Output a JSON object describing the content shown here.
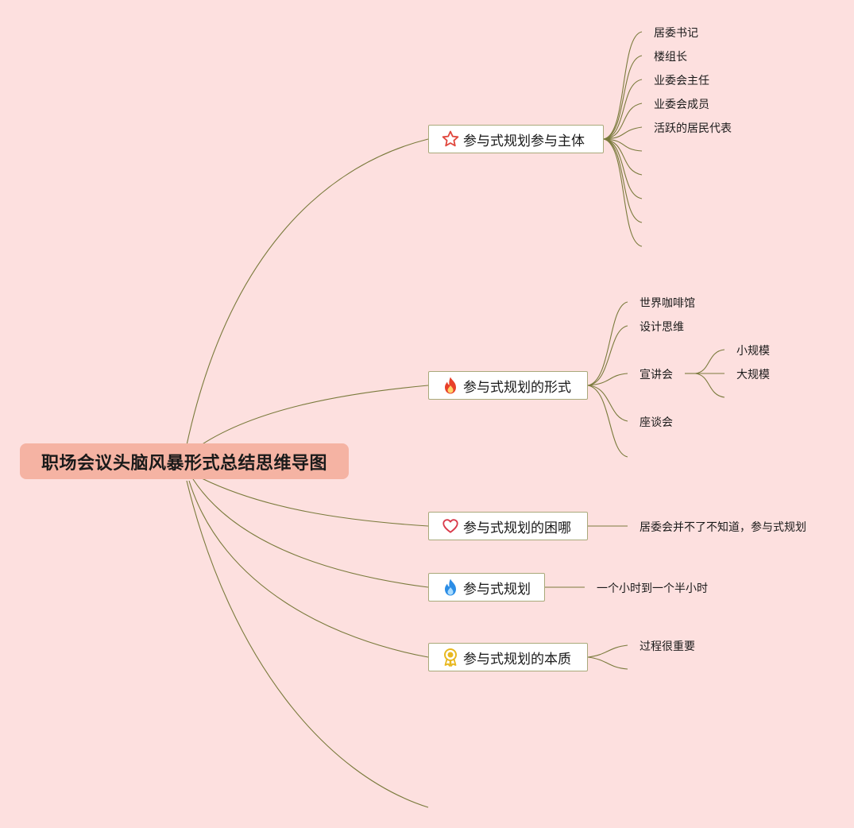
{
  "root": {
    "title": "职场会议头脑风暴形式总结思维导图"
  },
  "branches": {
    "subjects": {
      "label": "参与式规划参与主体",
      "icon": "star-outline-icon",
      "color": "#e0463c",
      "children": [
        "居委书记",
        "楼组长",
        "业委会主任",
        "业委会成员",
        "活跃的居民代表"
      ]
    },
    "forms": {
      "label": "参与式规划的形式",
      "icon": "fire-icon",
      "color": "#e8402a",
      "children": [
        "世界咖啡馆",
        "设计思维",
        "宣讲会",
        "座谈会"
      ],
      "xuanjiang_children": [
        "小规模",
        "大规模"
      ]
    },
    "difficulty": {
      "label": "参与式规划的困哪",
      "icon": "heart-outline-icon",
      "color": "#d93a4a",
      "children": [
        "居委会并不了不知道，参与式规划"
      ]
    },
    "planning": {
      "label": "参与式规划",
      "icon": "blue-flame-icon",
      "color": "#2b8de6",
      "children": [
        "一个小时到一个半小时"
      ]
    },
    "essence": {
      "label": "参与式规划的本质",
      "icon": "medal-icon",
      "color": "#e8b820",
      "children": [
        "过程很重要"
      ]
    }
  }
}
